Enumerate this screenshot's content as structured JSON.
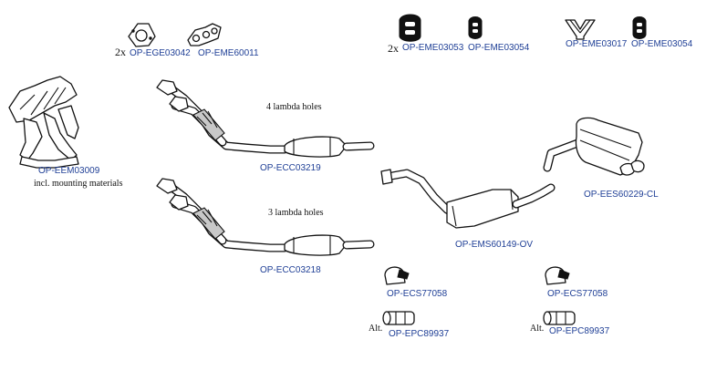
{
  "labels": {
    "ege03042": "OP-EGE03042",
    "eme60011": "OP-EME60011",
    "eme03053": "OP-EME03053",
    "eme03054_a": "OP-EME03054",
    "eme03017": "OP-EME03017",
    "eme03054_b": "OP-EME03054",
    "eem03009": "OP-EEM03009",
    "ecc03219": "OP-ECC03219",
    "ecc03218": "OP-ECC03218",
    "ees60229": "OP-EES60229-CL",
    "ems60149": "OP-EMS60149-OV",
    "ecs77058_a": "OP-ECS77058",
    "ecs77058_b": "OP-ECS77058",
    "epc89937_a": "OP-EPC89937",
    "epc89937_b": "OP-EPC89937"
  },
  "notes": {
    "mult_ege": "2x",
    "mult_eme03053": "2x",
    "mounting": "incl. mounting materials",
    "lambda4": "4 lambda holes",
    "lambda3": "3 lambda holes",
    "alt_a": "Alt.",
    "alt_b": "Alt."
  },
  "colors": {
    "label": "#1f3f96",
    "line": "#111111"
  }
}
